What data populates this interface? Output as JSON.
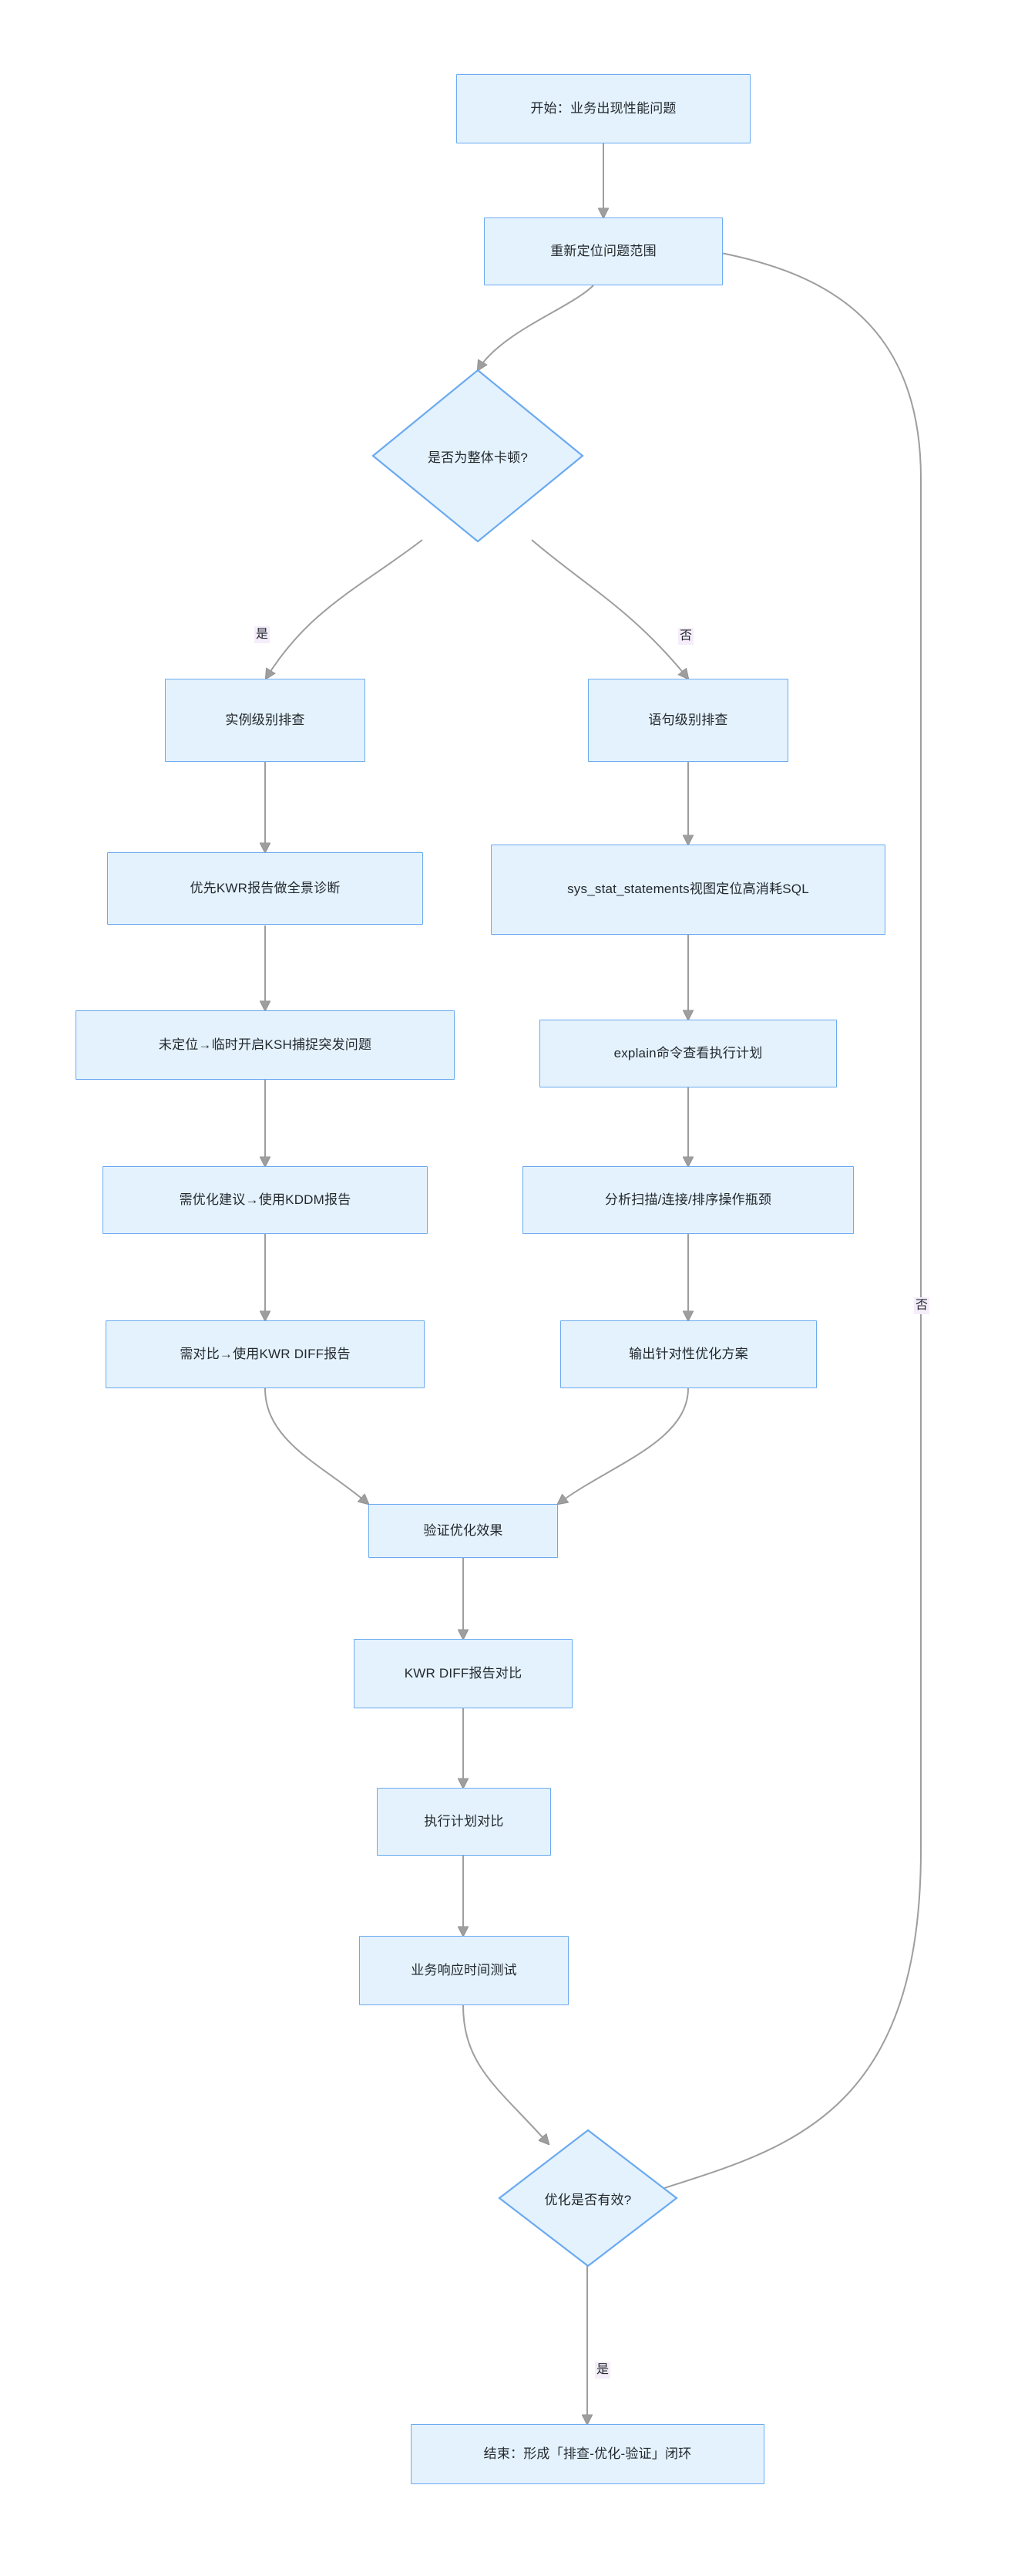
{
  "diagram": {
    "type": "flowchart",
    "direction": "top-to-bottom",
    "title_text": "",
    "colors": {
      "node_fill": "#e4f2fd",
      "node_border": "#6aaaf0",
      "edge_stroke": "#9e9e9e",
      "edge_label_bg": "#f6edfb",
      "text": "#23292e",
      "page_bg": "#ffffff"
    }
  },
  "nodes": {
    "start": {
      "label": "开始：业务出现性能问题",
      "shape": "rect"
    },
    "relocate": {
      "label": "重新定位问题范围",
      "shape": "rect"
    },
    "decision_overall": {
      "label": "是否为整体卡顿?",
      "shape": "diamond"
    },
    "instance_level": {
      "label": "实例级别排查",
      "shape": "rect"
    },
    "statement_level": {
      "label": "语句级别排查",
      "shape": "rect"
    },
    "kwr_full_diag": {
      "label": "优先KWR报告做全景诊断",
      "shape": "rect"
    },
    "sys_stat_statements": {
      "label": "sys_stat_statements视图定位高消耗SQL",
      "shape": "rect"
    },
    "ksh_capture": {
      "label": "未定位→临时开启KSH捕捉突发问题",
      "shape": "rect"
    },
    "explain_plan": {
      "label": "explain命令查看执行计划",
      "shape": "rect"
    },
    "kddm_report": {
      "label": "需优化建议→使用KDDM报告",
      "shape": "rect"
    },
    "bottleneck_analysis": {
      "label": "分析扫描/连接/排序操作瓶颈",
      "shape": "rect"
    },
    "kwr_diff_report": {
      "label": "需对比→使用KWR DIFF报告",
      "shape": "rect"
    },
    "targeted_plan": {
      "label": "输出针对性优化方案",
      "shape": "rect"
    },
    "verify_effect": {
      "label": "验证优化效果",
      "shape": "rect"
    },
    "kwr_diff_compare": {
      "label": "KWR DIFF报告对比",
      "shape": "rect"
    },
    "plan_compare": {
      "label": "执行计划对比",
      "shape": "rect"
    },
    "response_time_test": {
      "label": "业务响应时间测试",
      "shape": "rect"
    },
    "decision_effective": {
      "label": "优化是否有效?",
      "shape": "diamond"
    },
    "end": {
      "label": "结束：形成「排查-优化-验证」闭环",
      "shape": "rect"
    }
  },
  "edge_labels": {
    "overall_yes": "是",
    "overall_no": "否",
    "effective_yes": "是",
    "effective_no": "否"
  },
  "edges": [
    {
      "from": "start",
      "to": "relocate",
      "label": ""
    },
    {
      "from": "relocate",
      "to": "decision_overall",
      "label": ""
    },
    {
      "from": "decision_overall",
      "to": "instance_level",
      "label": "是"
    },
    {
      "from": "decision_overall",
      "to": "statement_level",
      "label": "否"
    },
    {
      "from": "instance_level",
      "to": "kwr_full_diag",
      "label": ""
    },
    {
      "from": "kwr_full_diag",
      "to": "ksh_capture",
      "label": ""
    },
    {
      "from": "ksh_capture",
      "to": "kddm_report",
      "label": ""
    },
    {
      "from": "kddm_report",
      "to": "kwr_diff_report",
      "label": ""
    },
    {
      "from": "kwr_diff_report",
      "to": "verify_effect",
      "label": ""
    },
    {
      "from": "statement_level",
      "to": "sys_stat_statements",
      "label": ""
    },
    {
      "from": "sys_stat_statements",
      "to": "explain_plan",
      "label": ""
    },
    {
      "from": "explain_plan",
      "to": "bottleneck_analysis",
      "label": ""
    },
    {
      "from": "bottleneck_analysis",
      "to": "targeted_plan",
      "label": ""
    },
    {
      "from": "targeted_plan",
      "to": "verify_effect",
      "label": ""
    },
    {
      "from": "verify_effect",
      "to": "kwr_diff_compare",
      "label": ""
    },
    {
      "from": "kwr_diff_compare",
      "to": "plan_compare",
      "label": ""
    },
    {
      "from": "plan_compare",
      "to": "response_time_test",
      "label": ""
    },
    {
      "from": "response_time_test",
      "to": "decision_effective",
      "label": ""
    },
    {
      "from": "decision_effective",
      "to": "end",
      "label": "是"
    },
    {
      "from": "decision_effective",
      "to": "relocate",
      "label": "否"
    }
  ]
}
